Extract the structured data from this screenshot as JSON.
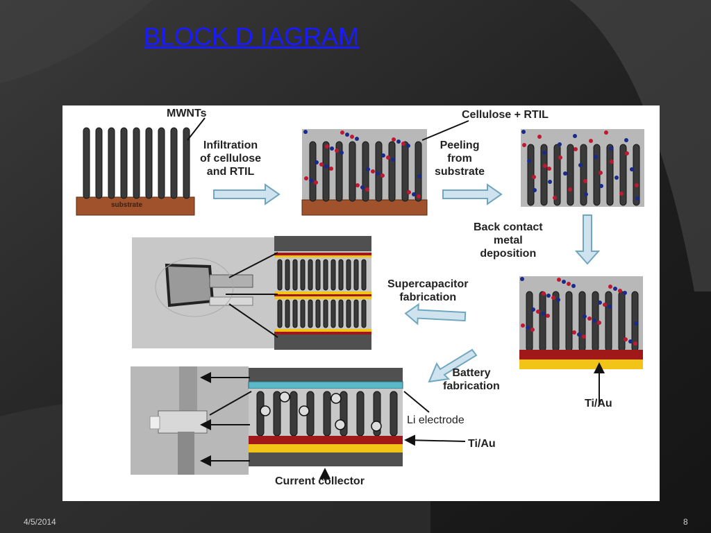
{
  "slide": {
    "title": "BLOCK D IAGRAM",
    "date": "4/5/2014",
    "page": "8"
  },
  "diagram": {
    "labels": {
      "mwnts": "MWNTs",
      "substrate": "substrate",
      "infiltration": "Infiltration\nof cellulose\nand RTIL",
      "cellulose_rtil": "Cellulose + RTIL",
      "peeling": "Peeling\nfrom\nsubstrate",
      "back_contact": "Back contact\nmetal\ndeposition",
      "supercap": "Supercapacitor\nfabrication",
      "battery": "Battery\nfabrication",
      "ti_au_right": "Ti/Au",
      "li_electrode": "Li electrode",
      "ti_au_bottom": "Ti/Au",
      "current_collector": "Current collector"
    },
    "colors": {
      "slide_bg": "#2a2a2a",
      "title": "#1a1aff",
      "substrate": "#a0522d",
      "nanotube": "#3a3a3a",
      "matrix": "#b8b8b8",
      "arrow_fill": "#cfe3ee",
      "arrow_stroke": "#6fa6c0",
      "ti_au_red": "#a01818",
      "ti_au_yellow": "#f2c418",
      "li_cyan": "#5ab8c8"
    }
  }
}
